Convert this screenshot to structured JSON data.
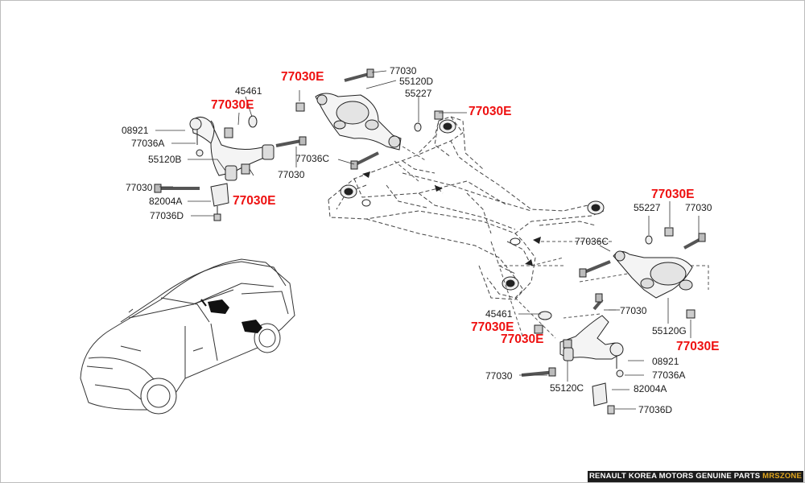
{
  "labels": {
    "upper_left_45461": "45461",
    "upper_left_08921": "08921",
    "upper_left_77036A": "77036A",
    "upper_left_55120B": "55120B",
    "upper_left_77030_bolt": "77030",
    "upper_left_77030_long": "77030",
    "upper_left_82004A": "82004A",
    "upper_left_77036D": "77036D",
    "top_77030": "77030",
    "top_55120D": "55120D",
    "top_55227": "55227",
    "top_77036C": "77036C",
    "right_55227": "55227",
    "right_77030": "77030",
    "right_77036C": "77036C",
    "right_77030_lower": "77030",
    "right_55120G": "55120G",
    "bottom_45461": "45461",
    "bottom_08921": "08921",
    "bottom_77036A": "77036A",
    "bottom_77030": "77030",
    "bottom_55120C": "55120C",
    "bottom_82004A": "82004A",
    "bottom_77036D": "77036D"
  },
  "highlights": {
    "top_left": "77030E",
    "left_mid": "77030E",
    "left_bottom": "77030E",
    "top_right": "77030E",
    "right_upper": "77030E",
    "bottom_right": "77030E",
    "bottom_mid": "77030E",
    "bottom_mid2": "77030E"
  },
  "footer": {
    "text": "RENAULT KOREA MOTORS GENUINE PARTS ",
    "brand": "MRSZONE"
  },
  "colors": {
    "highlight": "#ee1111",
    "ink": "#1a1a1a",
    "footer_bg": "#1c1c1c",
    "brand": "#e0a51e"
  }
}
